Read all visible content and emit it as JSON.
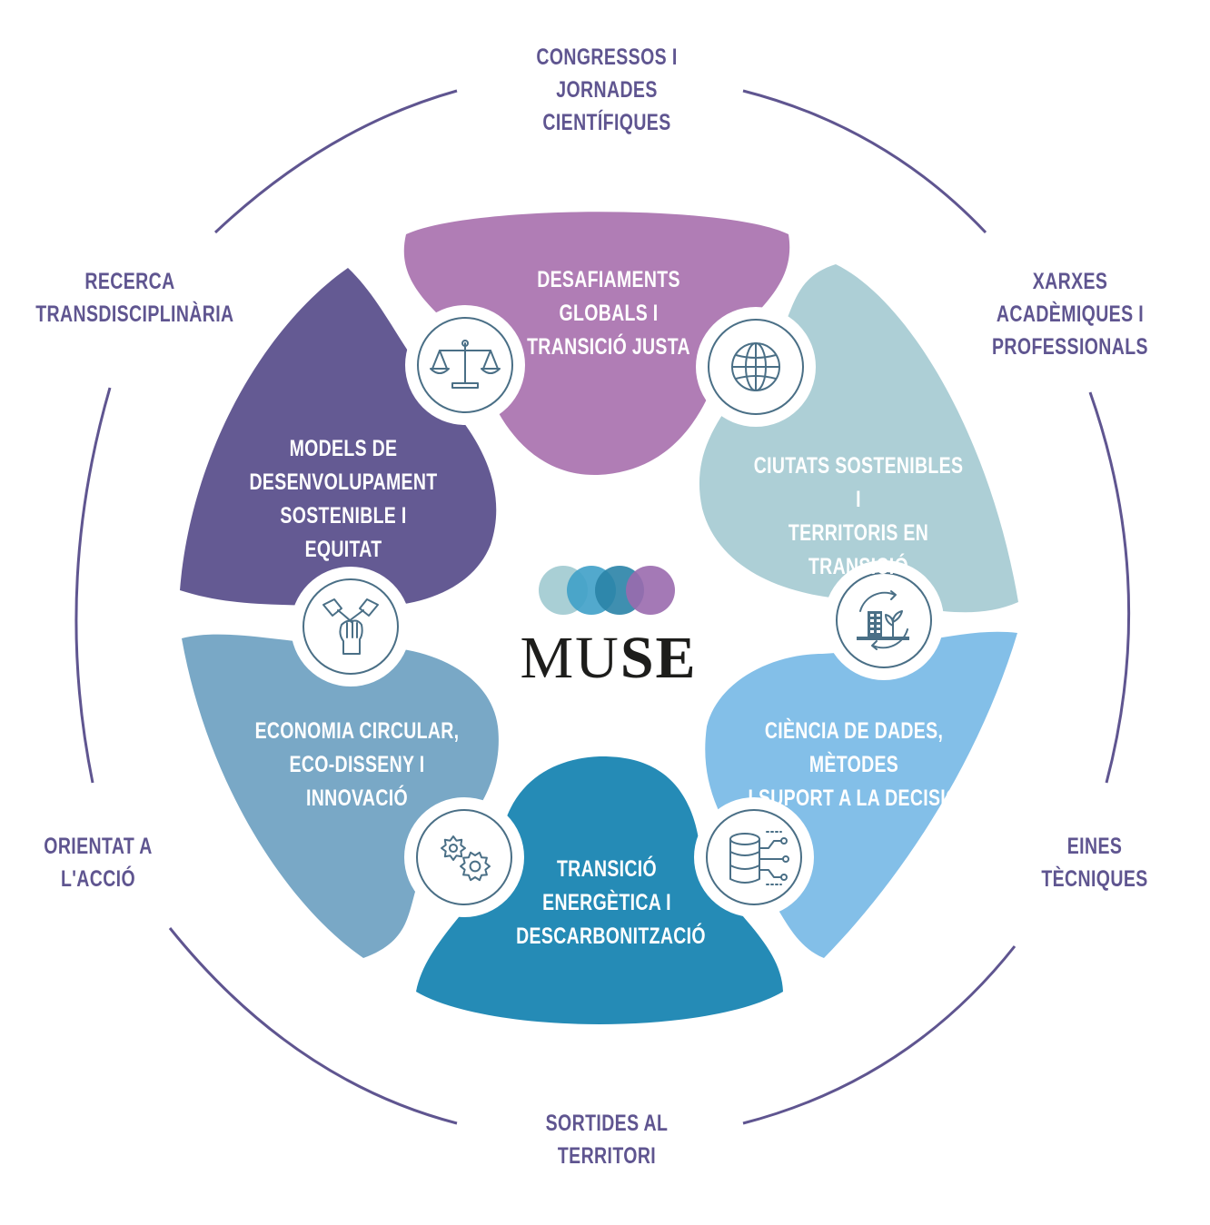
{
  "outer_labels": {
    "top": "CONGRESSOS I JORNADES\nCIENTÍFIQUES",
    "top_left": "RECERCA\nTRANSDISCIPLINÀRIA",
    "top_right": "XARXES ACADÈMIQUES I\nPROFESSIONALS",
    "bottom_left": "ORIENTAT A\nL'ACCIÓ",
    "bottom_right": "EINES\nTÈCNIQUES",
    "bottom": "SORTIDES AL\nTERRITORI"
  },
  "petals": {
    "top": {
      "label": "DESAFIAMENTS\nGLOBALS I\nTRANSICIÓ JUSTA",
      "color": "#b07db5"
    },
    "top_right": {
      "label": "CIUTATS SOSTENIBLES I\nTERRITORIS EN TRANSICIÓ",
      "color": "#adcfd6"
    },
    "bottom_right": {
      "label": "CIÈNCIA DE DADES, MÈTODES\nI SUPORT A LA DECISIÓ",
      "color": "#83bfe8"
    },
    "bottom": {
      "label": "TRANSICIÓ\nENERGÈTICA I\nDESCARBONITZACIÓ",
      "color": "#258bb6"
    },
    "bottom_left": {
      "label": "ECONOMIA CIRCULAR,\nECO-DISSENY I INNOVACIÓ",
      "color": "#79a8c6"
    },
    "top_left": {
      "label": "MODELS DE\nDESENVOLUPAMENT\nSOSTENIBLE I EQUITAT",
      "color": "#645a93"
    }
  },
  "icons": {
    "scales": "scales-icon",
    "globe": "globe-icon",
    "city": "sustainable-city-icon",
    "database": "database-icon",
    "gears": "gears-icon",
    "hands": "hands-together-icon"
  },
  "logo": {
    "text_regular": "MU",
    "text_bold": "SE",
    "circle_colors": [
      "#a9cfd5",
      "#3fa0c8",
      "#2a83a7",
      "#9a6aae"
    ]
  },
  "colors": {
    "ring": "#5f5590",
    "icon_stroke": "#4a6f86",
    "badge_border": "#4a6f86"
  }
}
